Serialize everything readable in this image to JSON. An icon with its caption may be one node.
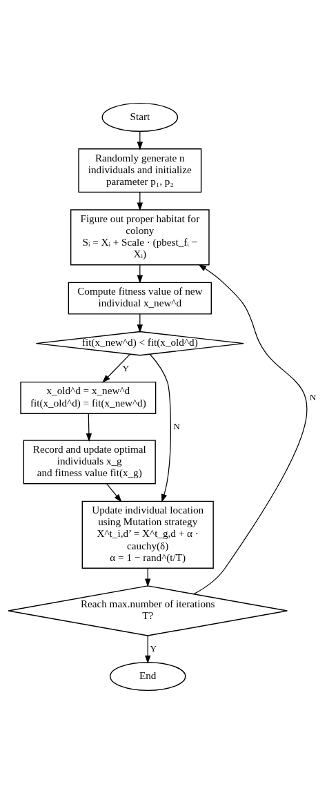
{
  "diagram": {
    "nodes": [
      {
        "text": [
          "Start"
        ]
      },
      {
        "text": [
          "Randomly generate n individuals and initialize parameter p₁, p₂"
        ]
      },
      {
        "text": [
          "Figure out proper habitat for colony",
          "Sᵢ = Xᵢ + Scale · (pbest_fᵢ − Xᵢ)"
        ]
      },
      {
        "text": [
          "Compute fitness value of new individual x_new^d"
        ]
      },
      {
        "text": [
          "fit(x_new^d) < fit(x_old^d)"
        ]
      },
      {
        "text": [
          "x_old^d = x_new^d",
          "fit(x_old^d) = fit(x_new^d)"
        ]
      },
      {
        "text": [
          "Record and update optimal individuals x_g",
          "and fitness value fit(x_g)"
        ]
      },
      {
        "text": [
          "Update individual location using Mutation strategy",
          "X^t_i,d’ = X^t_g,d + α · cauchy(δ)",
          "α = 1 − rand^(t/T)"
        ]
      },
      {
        "text": [
          "Reach max.number of iterations T?"
        ]
      },
      {
        "text": [
          "End"
        ]
      }
    ],
    "edges": [
      {
        "from": 0,
        "to": 1,
        "arrow": "to"
      },
      {
        "from": 1,
        "to": 2,
        "arrow": "to"
      },
      {
        "from": 2,
        "to": 3,
        "arrow": "to"
      },
      {
        "from": 3,
        "to": 4,
        "arrow": "to"
      },
      {
        "from": 4,
        "to": 5,
        "arrow": "to",
        "label": "Y"
      },
      {
        "from": 4,
        "to": 7,
        "arrow": "to",
        "label": "N"
      },
      {
        "from": 5,
        "to": 6,
        "arrow": "to"
      },
      {
        "from": 6,
        "to": 7,
        "arrow": "to"
      },
      {
        "from": 7,
        "to": 8,
        "arrow": "to"
      },
      {
        "from": 8,
        "to": 2,
        "arrow": "to",
        "label": "N"
      },
      {
        "from": 8,
        "to": 9,
        "arrow": "to",
        "label": "Y"
      }
    ]
  }
}
